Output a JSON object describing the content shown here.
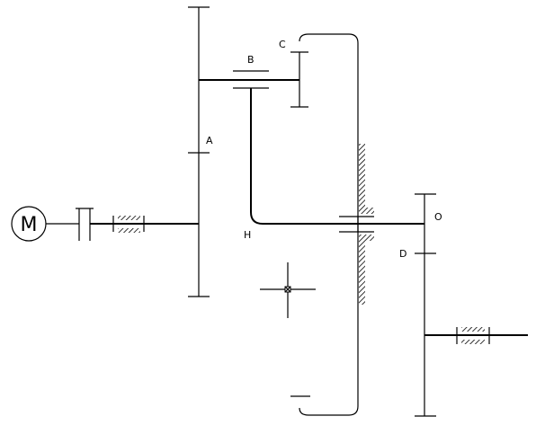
{
  "diagram": {
    "motor_symbol": "M",
    "labels": {
      "gear_a": "A",
      "gear_b": "B",
      "gear_c": "C",
      "gear_d": "D",
      "carrier_h": "H",
      "axis_o": "O"
    },
    "line_color": "#000000",
    "background_color": "#ffffff"
  }
}
